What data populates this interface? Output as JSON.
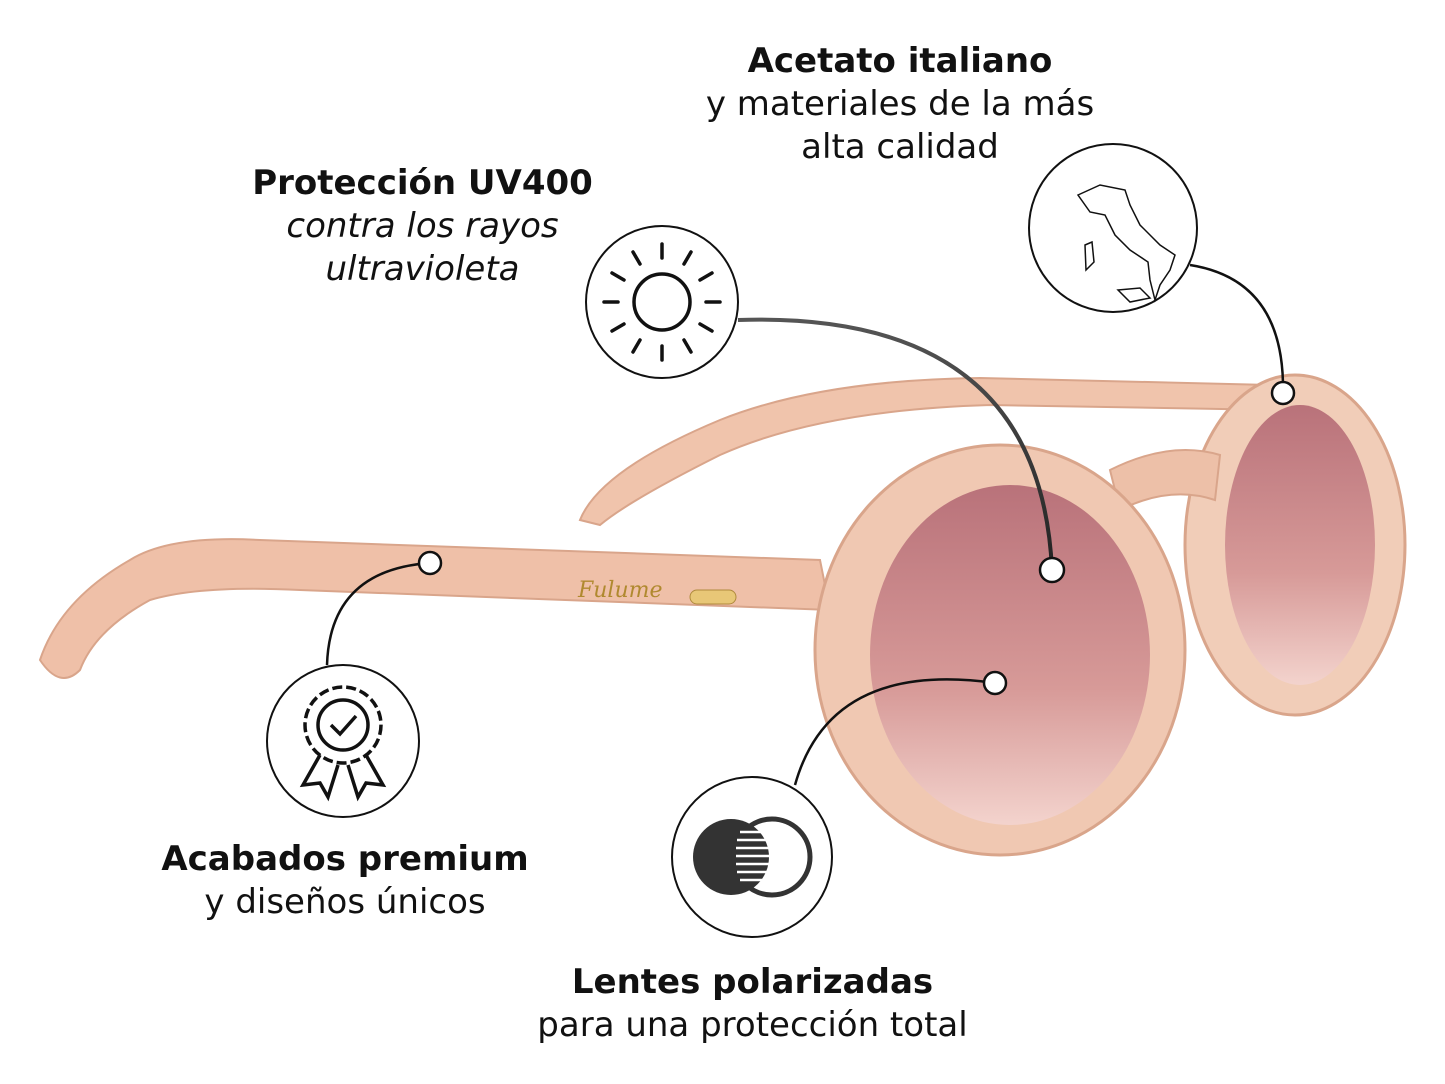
{
  "features": [
    {
      "title": "Acetato italiano",
      "subtitle_lines": [
        "y materiales de la más",
        "alta calidad"
      ],
      "icon": "italy-map-icon"
    },
    {
      "title": "Protección UV400",
      "subtitle_lines": [
        "contra los rayos",
        "ultravioleta"
      ],
      "icon": "sun-icon"
    },
    {
      "title": "Acabados premium",
      "subtitle_lines": [
        "y diseños únicos"
      ],
      "icon": "award-badge-icon"
    },
    {
      "title": "Lentes polarizadas",
      "subtitle_lines": [
        "para una protección total"
      ],
      "icon": "polarized-lens-icon"
    }
  ],
  "brand_logo": "Fulume",
  "colors": {
    "frame": "#e9b9a0",
    "lens": "#c98a8a",
    "text": "#111111"
  }
}
